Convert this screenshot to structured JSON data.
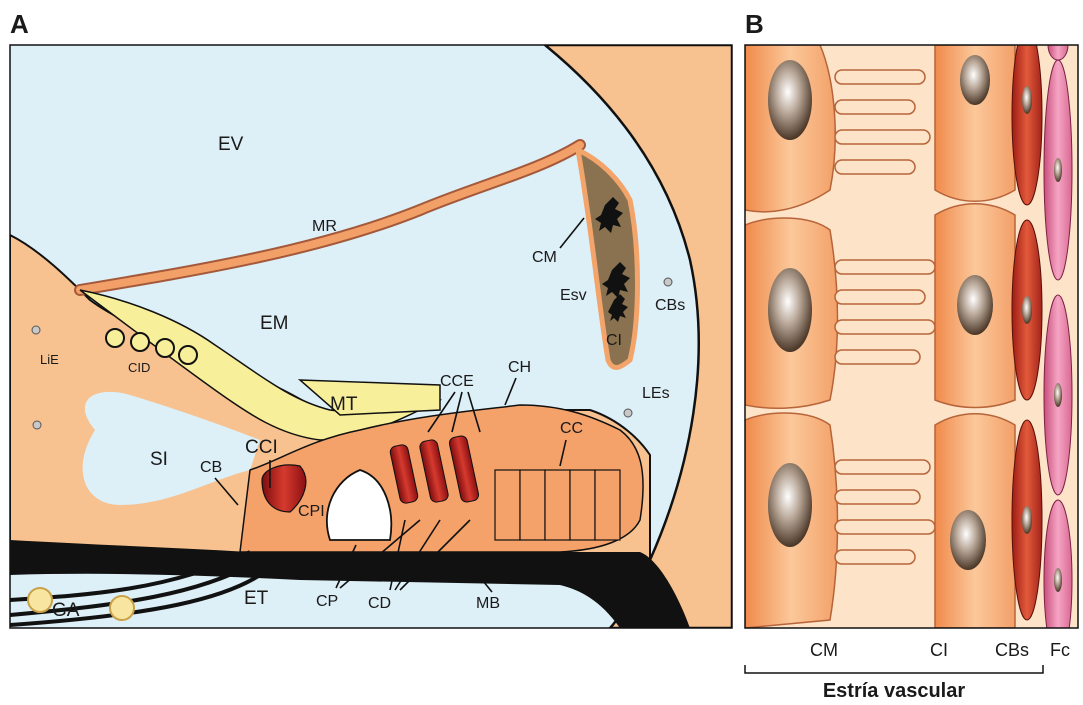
{
  "panels": {
    "a": {
      "letter": "A"
    },
    "b": {
      "letter": "B"
    }
  },
  "labels_a": {
    "ev": "EV",
    "mr": "MR",
    "em": "EM",
    "cm": "CM",
    "esv": "Esv",
    "cbs": "CBs",
    "ci": "CI",
    "lie": "LiE",
    "cid": "CID",
    "mt": "MT",
    "cce": "CCE",
    "ch": "CH",
    "les": "LEs",
    "si": "SI",
    "cci": "CCI",
    "cb": "CB",
    "cc": "CC",
    "cpi": "CPI",
    "cp": "CP",
    "cd": "CD",
    "mb": "MB",
    "et": "ET",
    "ga": "GA"
  },
  "labels_b": {
    "cm": "CM",
    "ci": "CI",
    "cbs": "CBs",
    "fc": "Fc",
    "caption": "Estría vascular"
  },
  "colors": {
    "background_fluid": "#ddeff7",
    "tissue": "#f7c28f",
    "cell": "#f4a26a",
    "tectorial": "#f8ef9a",
    "hair_cell_red": "#b3141c",
    "basal_cell": "#c0392b",
    "fibrocyte": "#e77fa6",
    "stria_brown": "#8a7250",
    "bone_black": "#111111"
  }
}
